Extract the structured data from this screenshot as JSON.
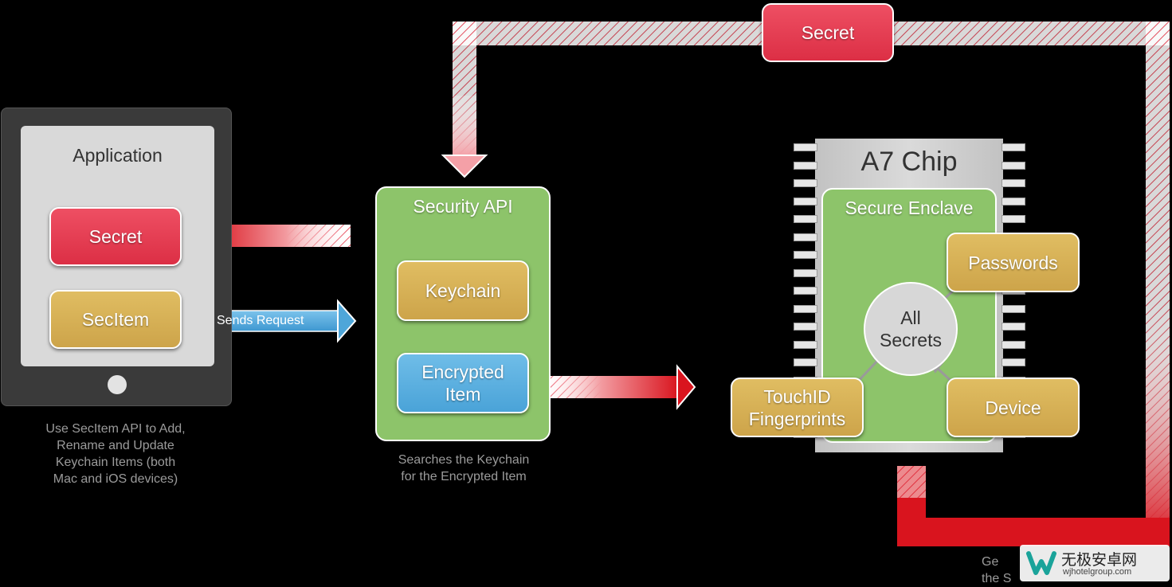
{
  "tablet": {
    "title": "Application",
    "secret_label": "Secret",
    "secitem_label": "SecItem",
    "caption": "Use SecItem API to Add,\nRename and Update\nKeychain Items (both\nMac and iOS devices)"
  },
  "arrows": {
    "sends_request": "Sends Request"
  },
  "security_api": {
    "title": "Security API",
    "keychain_label": "Keychain",
    "encrypted_item_label": "Encrypted\nItem",
    "caption": "Searches the Keychain\nfor the Encrypted Item"
  },
  "chip": {
    "title": "A7 Chip",
    "enclave_title": "Secure Enclave",
    "all_secrets": "All\nSecrets",
    "passwords": "Passwords",
    "device": "Device",
    "touchid": "TouchID\nFingerprints"
  },
  "top_secret_label": "Secret",
  "bottom_caption_fragment": "Ge\nthe S",
  "watermark": {
    "brand": "无极安卓网",
    "url": "wjhotelgroup.com"
  },
  "colors": {
    "red": "#e43a50",
    "gold": "#d6b055",
    "blue": "#5ab0e0",
    "green": "#8dc46a",
    "arrow_blue": "#4ea6d9"
  }
}
